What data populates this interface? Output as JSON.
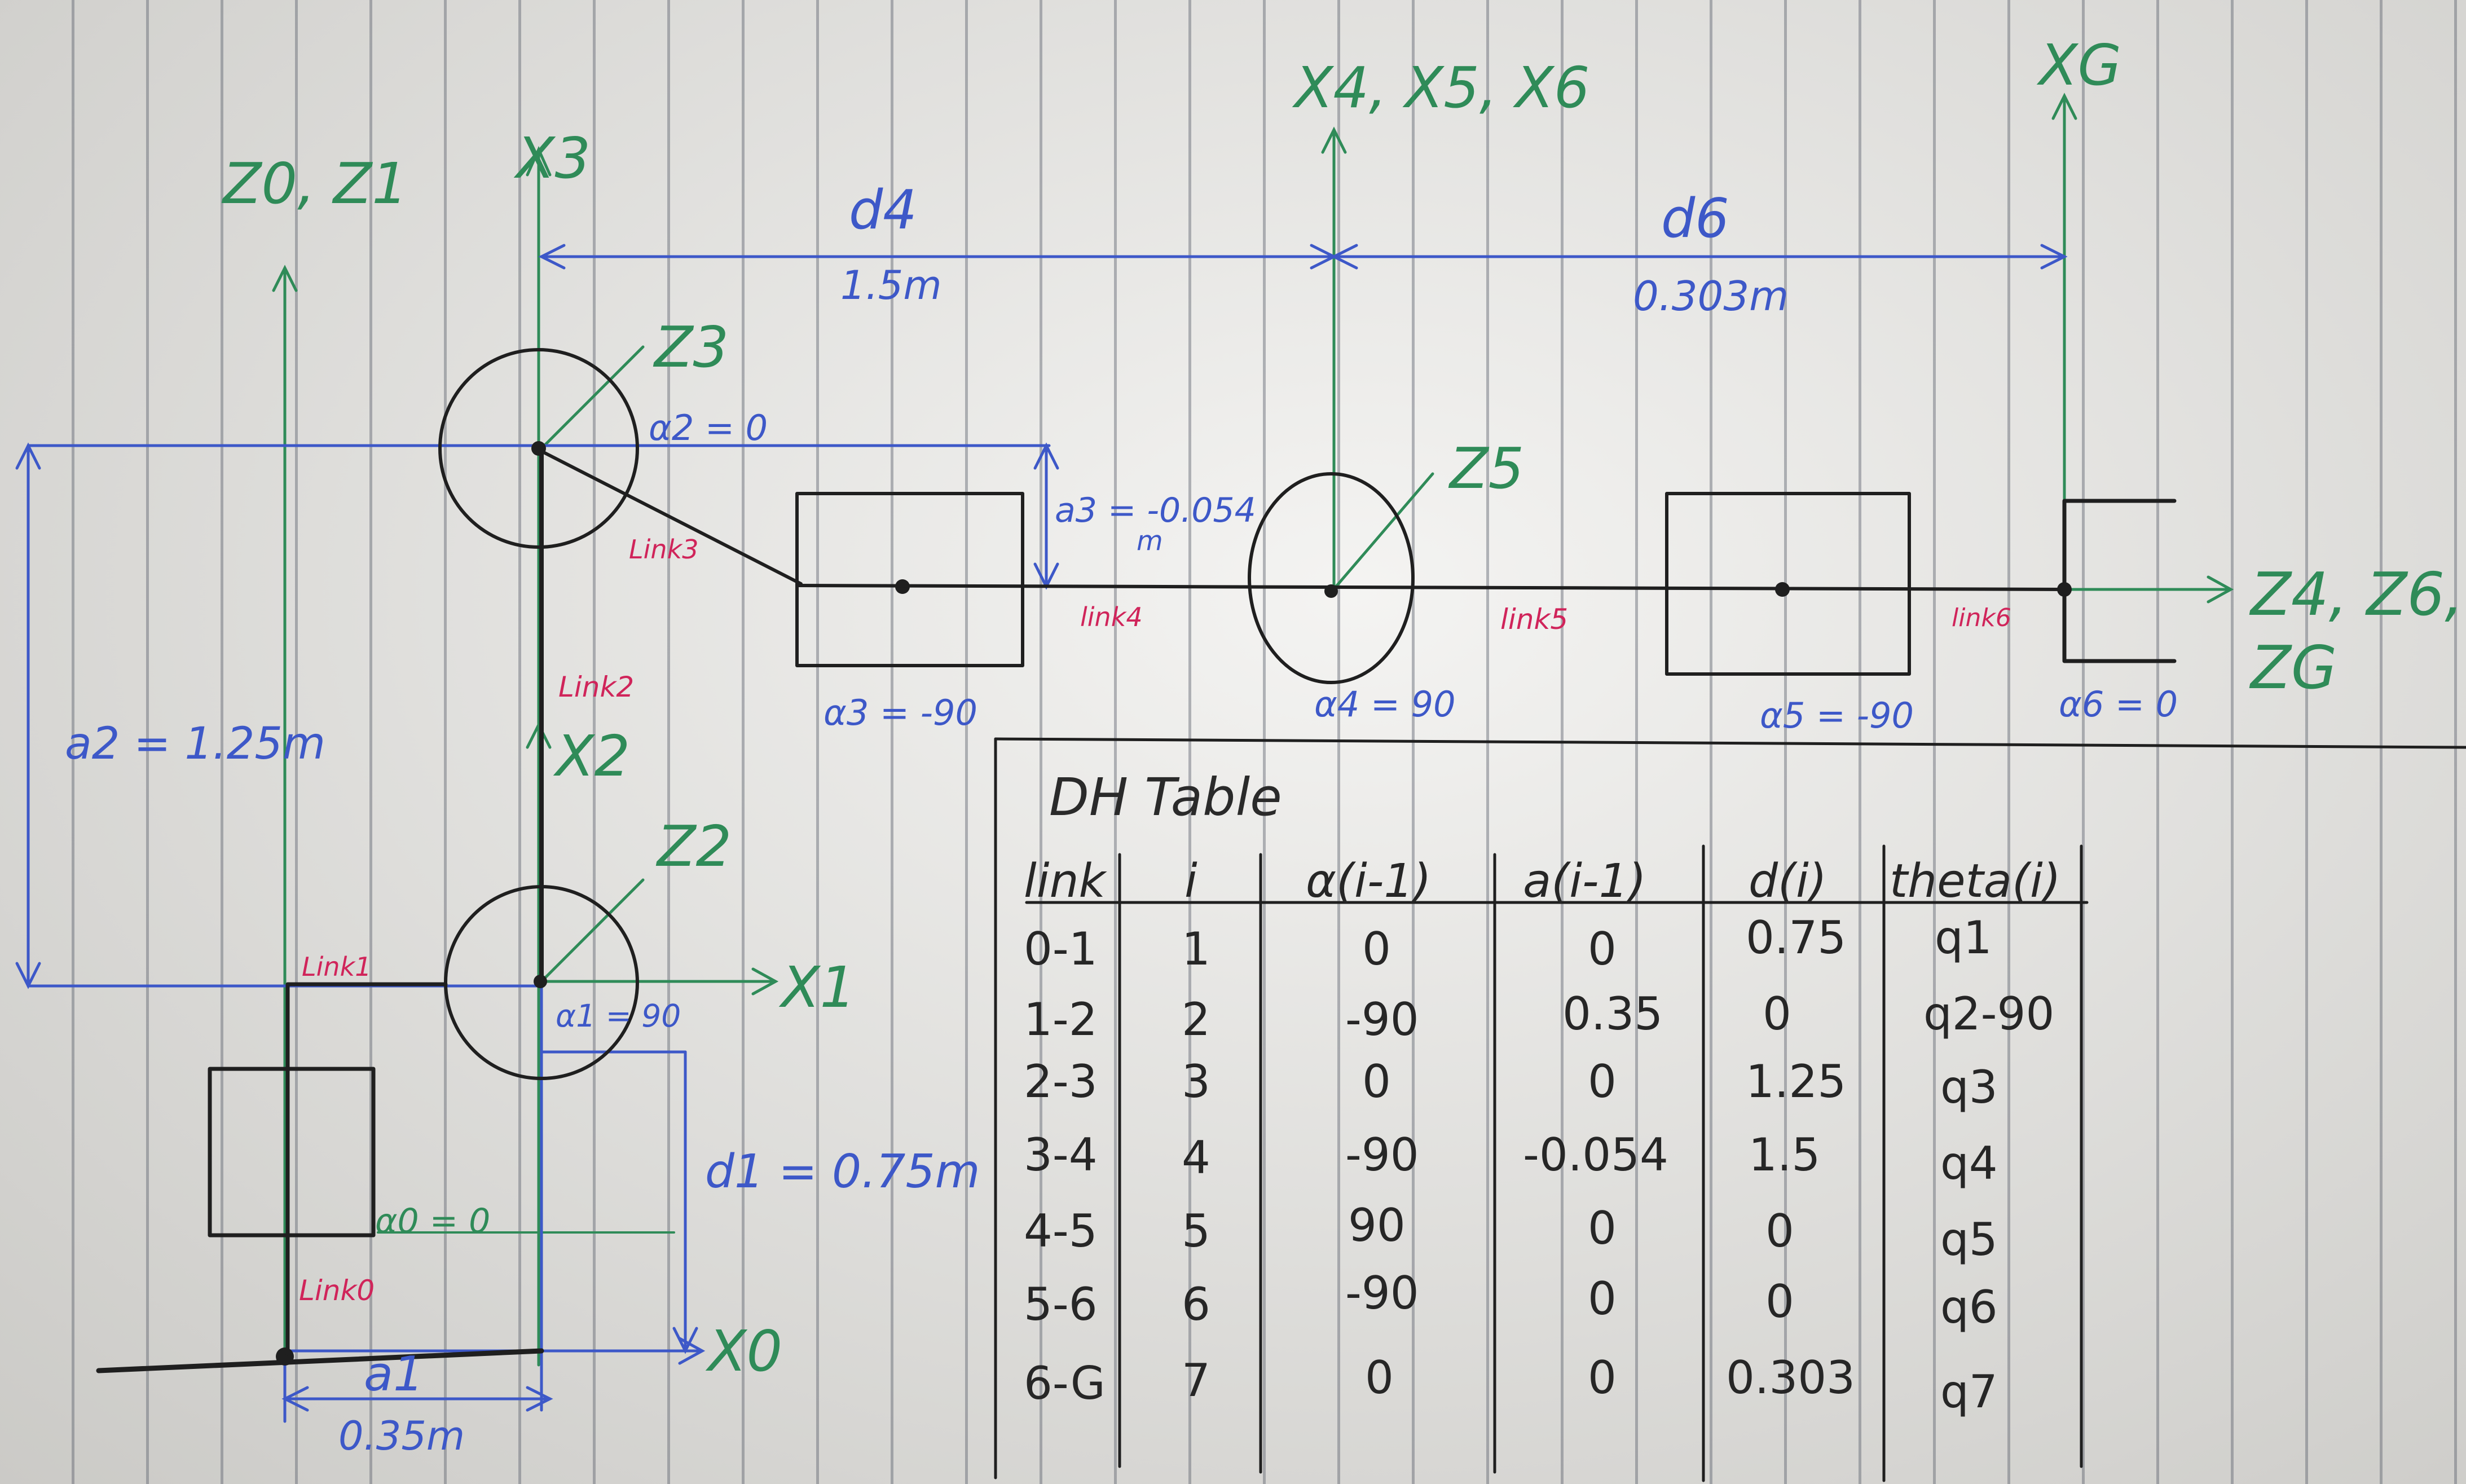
{
  "axes": {
    "z0_z1": "Z0, Z1",
    "x3": "X3",
    "x4_x5_x6": "X4, X5, X6",
    "xg": "XG",
    "z3": "Z3",
    "z5": "Z5",
    "z2": "Z2",
    "x2": "X2",
    "x1": "X1",
    "x0": "X0",
    "z4_z6": "Z4, Z6,",
    "zg": "ZG"
  },
  "dims": {
    "d4": "d4",
    "d4_value": "1.5m",
    "d6": "d6",
    "d6_value": "0.303m",
    "a2": "a2 = 1.25m",
    "a3": "a3 = -0.054",
    "a3_unit": "m",
    "d1": "d1 = 0.75m",
    "a1": "a1",
    "a1_value": "0.35m"
  },
  "alphas": {
    "alpha0": "α0 = 0",
    "alpha1": "α1 = 90",
    "alpha2": "α2 = 0",
    "alpha3": "α3 = -90",
    "alpha4": "α4 = 90",
    "alpha5": "α5 = -90",
    "alpha6": "α6 = 0"
  },
  "links": {
    "link0": "Link0",
    "link1": "Link1",
    "link2": "Link2",
    "link3": "Link3",
    "link4": "link4",
    "link5": "link5",
    "link6": "link6"
  },
  "dh_table": {
    "title": "DH Table",
    "headers": [
      "link",
      "i",
      "α(i-1)",
      "a(i-1)",
      "d(i)",
      "theta(i)"
    ],
    "rows": [
      [
        "0-1",
        "1",
        "0",
        "0",
        "0.75",
        "q1"
      ],
      [
        "1-2",
        "2",
        "-90",
        "0.35",
        "0",
        "q2-90"
      ],
      [
        "2-3",
        "3",
        "0",
        "0",
        "1.25",
        "q3"
      ],
      [
        "3-4",
        "4",
        "-90",
        "-0.054",
        "1.5",
        "q4"
      ],
      [
        "4-5",
        "5",
        "90",
        "0",
        "0",
        "q5"
      ],
      [
        "5-6",
        "6",
        "-90",
        "0",
        "0",
        "q6"
      ],
      [
        "6-G",
        "7",
        "0",
        "0",
        "0.303",
        "q7"
      ]
    ]
  },
  "colors": {
    "ink": "#1f1f1f",
    "blue": "#3d58c8",
    "green": "#2f8b58",
    "red": "#d0245a",
    "paper": "#e7e6e2"
  }
}
